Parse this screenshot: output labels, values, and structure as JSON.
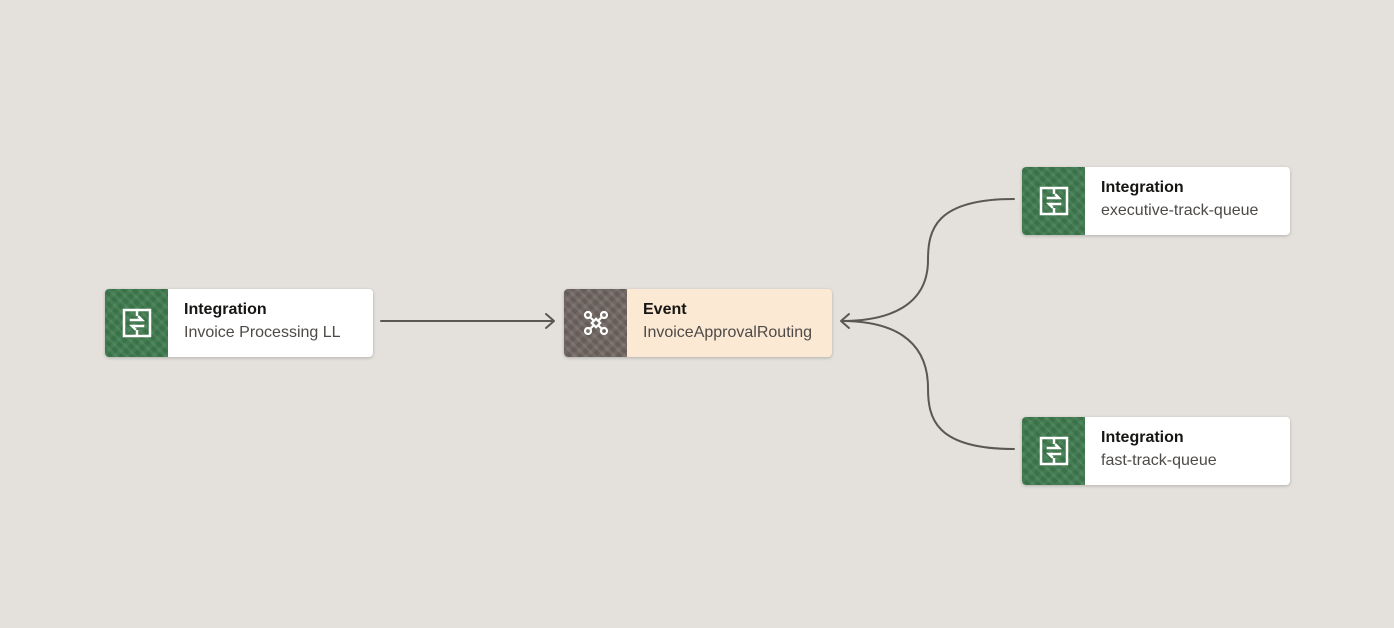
{
  "nodes": [
    {
      "id": "integration-invoice-processing",
      "type": "Integration",
      "name": "Invoice Processing LL",
      "icon": "integration-icon",
      "color": "#3e7a4d"
    },
    {
      "id": "event-invoice-approval-routing",
      "type": "Event",
      "name": "InvoiceApprovalRouting",
      "icon": "event-hub-icon",
      "color": "#6f6560",
      "background": "#fbe9d4"
    },
    {
      "id": "integration-executive-track",
      "type": "Integration",
      "name": "executive-track-queue",
      "icon": "integration-icon",
      "color": "#3e7a4d"
    },
    {
      "id": "integration-fast-track",
      "type": "Integration",
      "name": "fast-track-queue",
      "icon": "integration-icon",
      "color": "#3e7a4d"
    }
  ],
  "edges": [
    {
      "from": "integration-invoice-processing",
      "to": "event-invoice-approval-routing"
    },
    {
      "from": "integration-executive-track",
      "to": "event-invoice-approval-routing"
    },
    {
      "from": "integration-fast-track",
      "to": "event-invoice-approval-routing"
    }
  ]
}
